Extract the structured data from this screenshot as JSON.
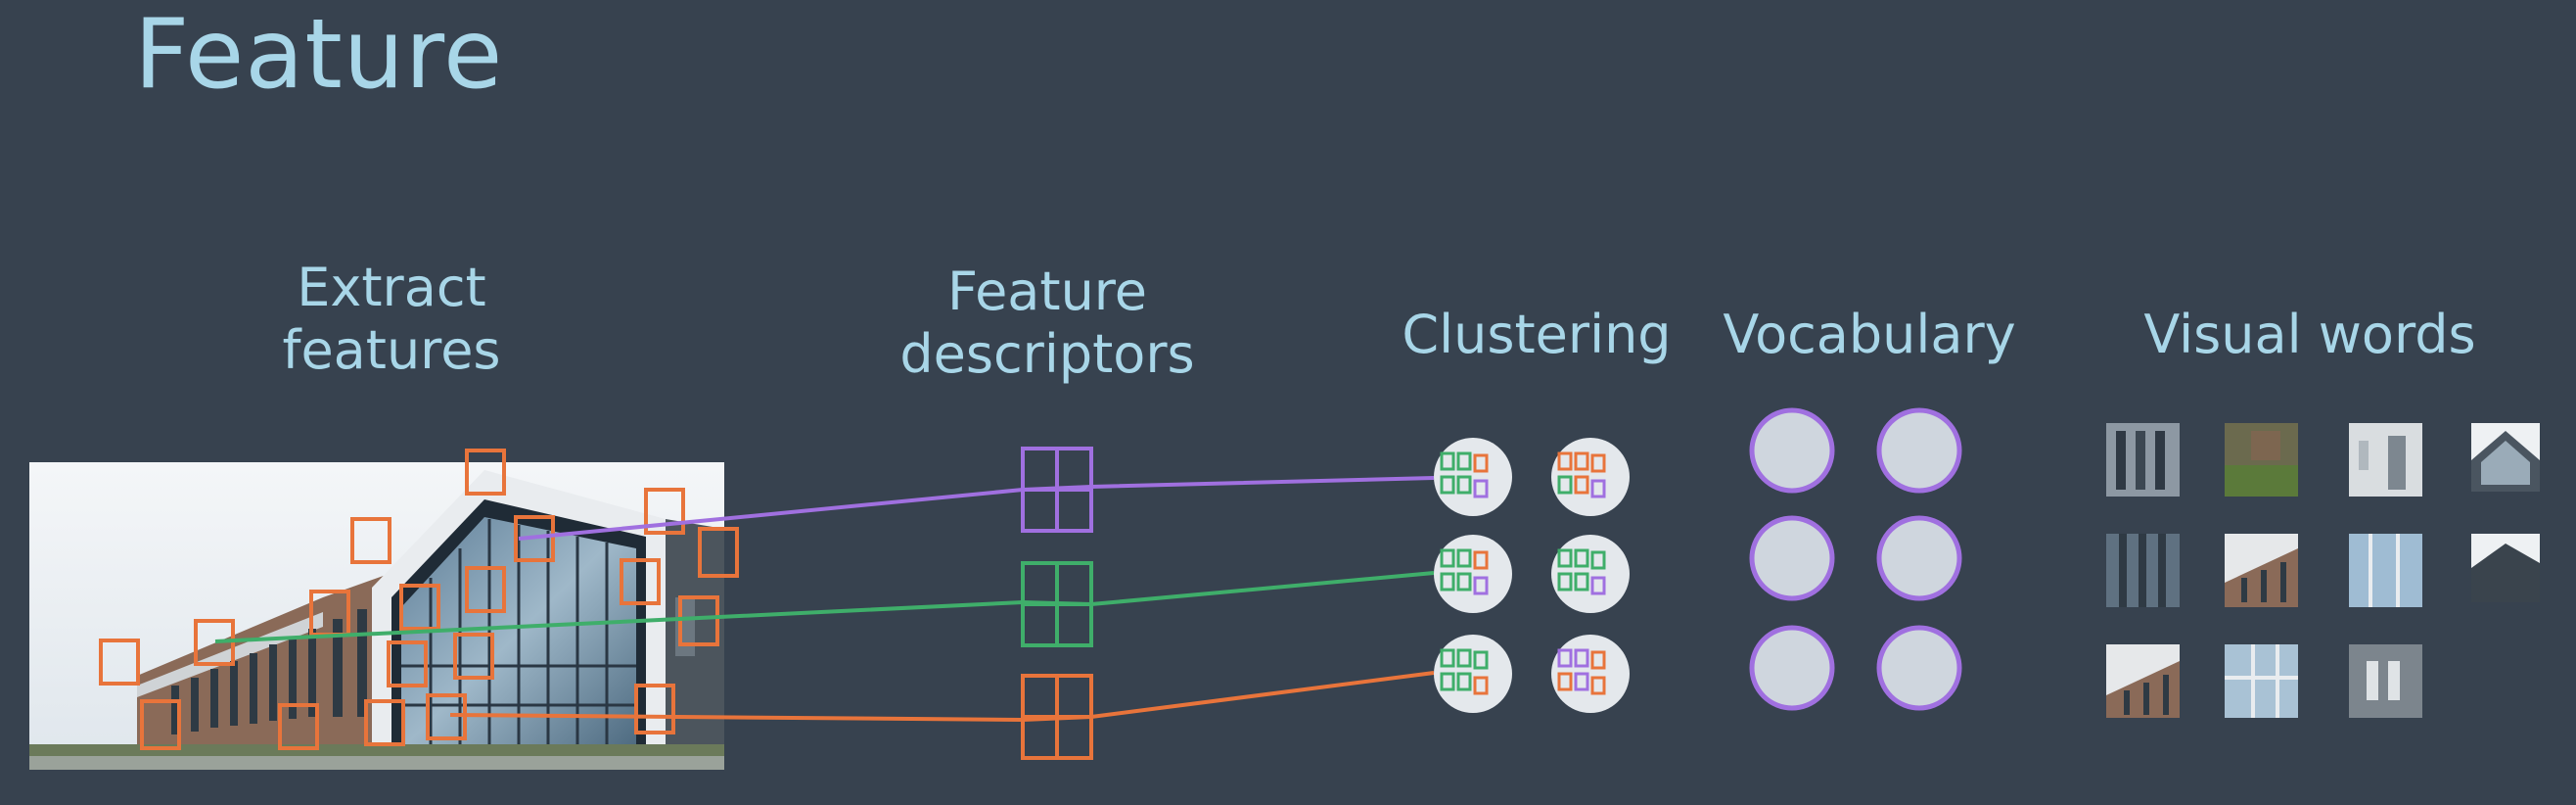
{
  "title": "Feature",
  "labels": {
    "extract_line1": "Extract",
    "extract_line2": "features",
    "descriptors_line1": "Feature",
    "descriptors_line2": "descriptors",
    "clustering": "Clustering",
    "vocabulary": "Vocabulary",
    "visual_words": "Visual words"
  },
  "colors": {
    "background": "#37424f",
    "text": "#a8d6e8",
    "orange": "#e8743b",
    "green": "#3fae6a",
    "purple": "#a070e0",
    "circle_fill": "#cfd6de"
  },
  "icons": {
    "photo": "building-photo",
    "descriptor": "grid-descriptor-icon",
    "cluster": "cluster-circle-icon",
    "vocab": "vocabulary-circle-icon",
    "patch": "visual-word-patch"
  }
}
